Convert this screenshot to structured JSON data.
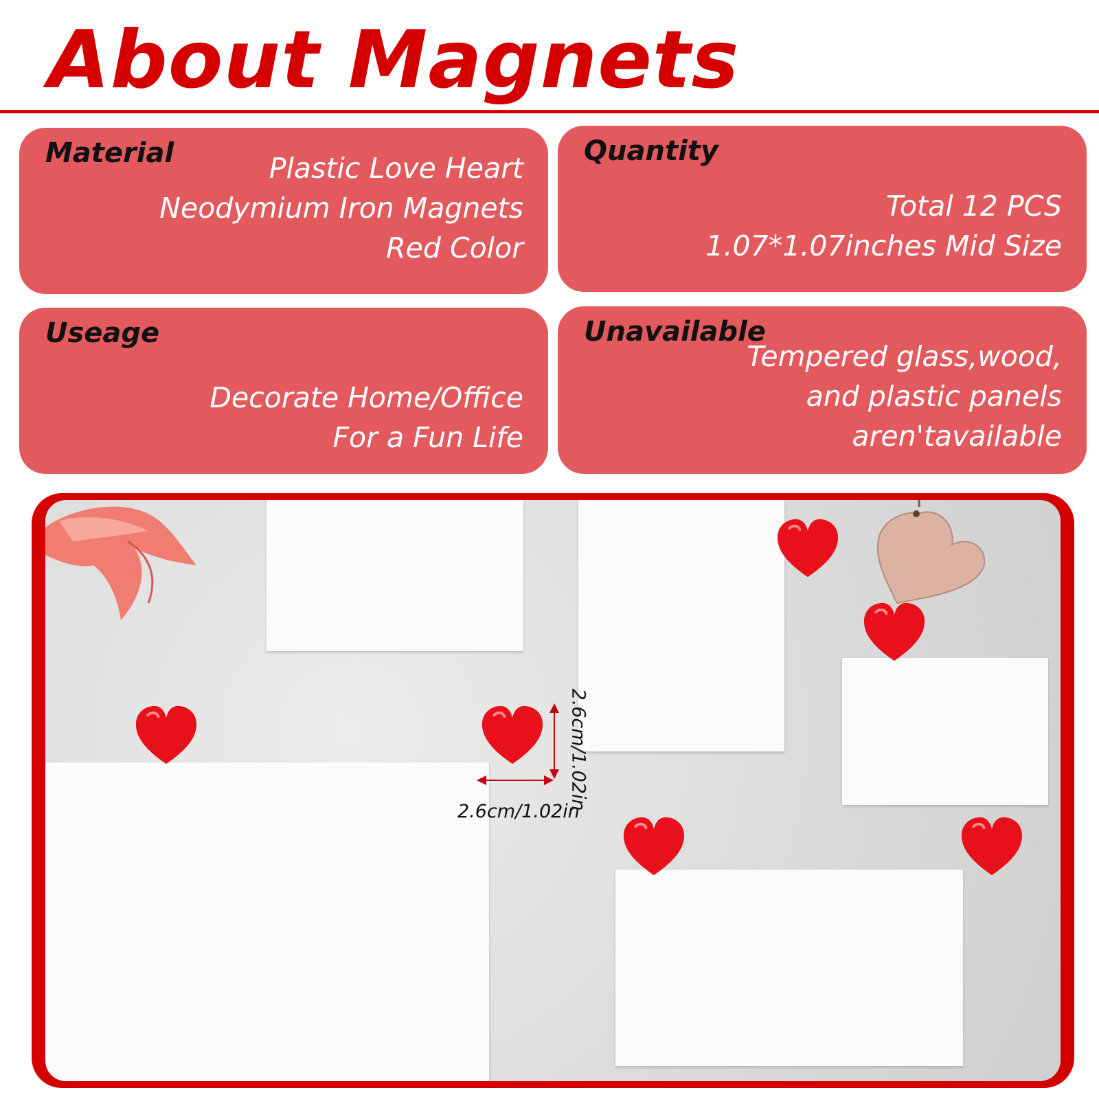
{
  "header": {
    "title": "About Magnets"
  },
  "panels": {
    "material": {
      "label": "Material",
      "lines": [
        "Plastic Love Heart",
        "Neodymium Iron Magnets",
        "Red Color"
      ]
    },
    "quantity": {
      "label": "Quantity",
      "lines": [
        "Total 12 PCS",
        "1.07*1.07inches Mid Size"
      ]
    },
    "useage": {
      "label": "Useage",
      "lines": [
        "Decorate Home/Office",
        "For a Fun Life"
      ]
    },
    "unavailable": {
      "label": "Unavailable",
      "lines": [
        "Tempered glass,wood,",
        "and plastic panels",
        "aren'tavailable"
      ]
    }
  },
  "photo": {
    "height_dimension": "2.6cm/1.02in",
    "width_dimension": "2.6cm/1.02in"
  },
  "colors": {
    "title_red": "#d40000",
    "panel_red": "#e35a5e",
    "heart_red": "#e8101a",
    "panel_text": "#ffffff",
    "label_text": "#111111"
  },
  "icons": [
    "heart-magnet-icon",
    "wooden-heart-icon",
    "flower-petal-icon",
    "dimension-arrow-icon"
  ]
}
